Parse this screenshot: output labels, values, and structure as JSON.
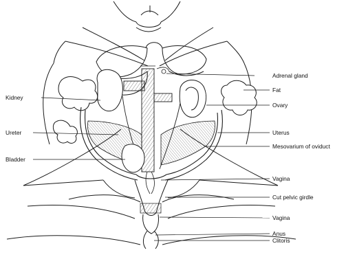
{
  "diagram": {
    "labels": {
      "adrenal_gland": "Adrenal gland",
      "kidney": "Kidney",
      "fat": "Fat",
      "ovary": "Ovary",
      "ureter": "Ureter",
      "uterus": "Uterus",
      "mesovarium": "Mesovarium of oviduct",
      "bladder": "Bladder",
      "vagina_upper": "Vagina",
      "cut_pelvic_girdle": "Cut pelvic girdle",
      "vagina_lower": "Vagina",
      "anus": "Anus",
      "clitoris": "Clitoris"
    },
    "colors": {
      "line": "#1a1a1a",
      "background": "#ffffff"
    }
  }
}
